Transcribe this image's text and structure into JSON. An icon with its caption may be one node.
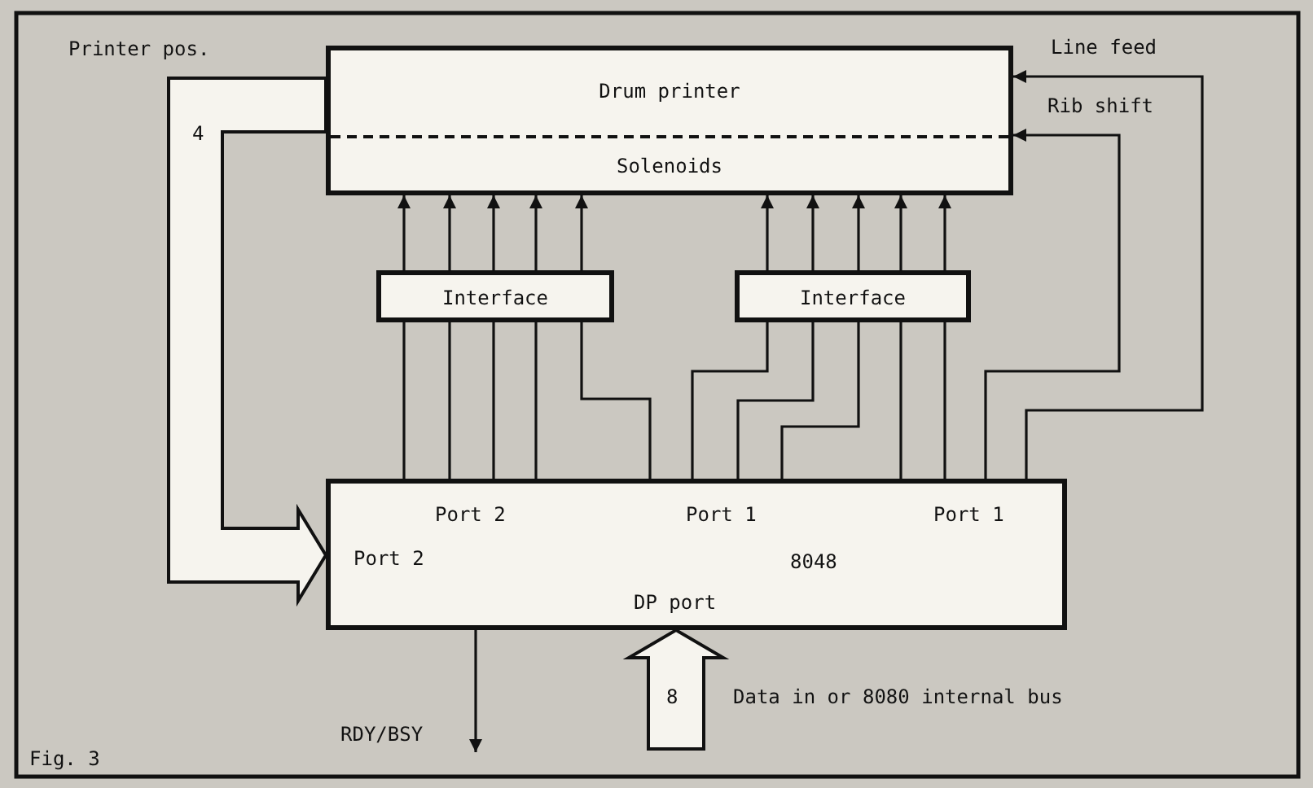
{
  "diagram": {
    "nodes": [
      {
        "text": [
          "Drum printer",
          "Solenoids"
        ]
      },
      {
        "text": [
          "Interface"
        ]
      },
      {
        "text": [
          "Interface"
        ]
      },
      {
        "text": [
          "Port 2",
          "Port 1",
          "Port 1",
          "Port 2",
          "8048",
          "DP port"
        ]
      }
    ],
    "edges": [
      {
        "from": 1,
        "to": 0,
        "arrow": "to"
      },
      {
        "from": 1,
        "to": 0,
        "arrow": "to"
      },
      {
        "from": 1,
        "to": 0,
        "arrow": "to"
      },
      {
        "from": 1,
        "to": 0,
        "arrow": "to"
      },
      {
        "from": 1,
        "to": 0,
        "arrow": "to"
      },
      {
        "from": 2,
        "to": 0,
        "arrow": "to"
      },
      {
        "from": 2,
        "to": 0,
        "arrow": "to"
      },
      {
        "from": 2,
        "to": 0,
        "arrow": "to"
      },
      {
        "from": 2,
        "to": 0,
        "arrow": "to"
      },
      {
        "from": 2,
        "to": 0,
        "arrow": "to"
      },
      {
        "from": 1,
        "to": 3,
        "arrow": "none"
      },
      {
        "from": 1,
        "to": 3,
        "arrow": "none"
      },
      {
        "from": 1,
        "to": 3,
        "arrow": "none"
      },
      {
        "from": 1,
        "to": 3,
        "arrow": "none"
      },
      {
        "from": 1,
        "to": 3,
        "arrow": "none"
      },
      {
        "from": 2,
        "to": 3,
        "arrow": "none"
      },
      {
        "from": 2,
        "to": 3,
        "arrow": "none"
      },
      {
        "from": 2,
        "to": 3,
        "arrow": "none"
      },
      {
        "from": 2,
        "to": 3,
        "arrow": "none"
      },
      {
        "from": 2,
        "to": 3,
        "arrow": "none"
      },
      {
        "from": 3,
        "to": 0,
        "arrow": "to",
        "label": "Rib shift"
      },
      {
        "from": 3,
        "to": 0,
        "arrow": "to",
        "label": "Line feed"
      },
      {
        "from": 0,
        "to": 3,
        "arrow": "to",
        "style": "thick"
      },
      {
        "from": 3,
        "to": null,
        "arrow": "to",
        "label": "RDY/BSY"
      },
      {
        "from": null,
        "to": 3,
        "arrow": "to",
        "label": "Data in or 8080 internal bus",
        "style": "thick"
      }
    ],
    "labels": [
      "Printer pos.",
      "4",
      "8",
      "Fig. 3"
    ]
  }
}
